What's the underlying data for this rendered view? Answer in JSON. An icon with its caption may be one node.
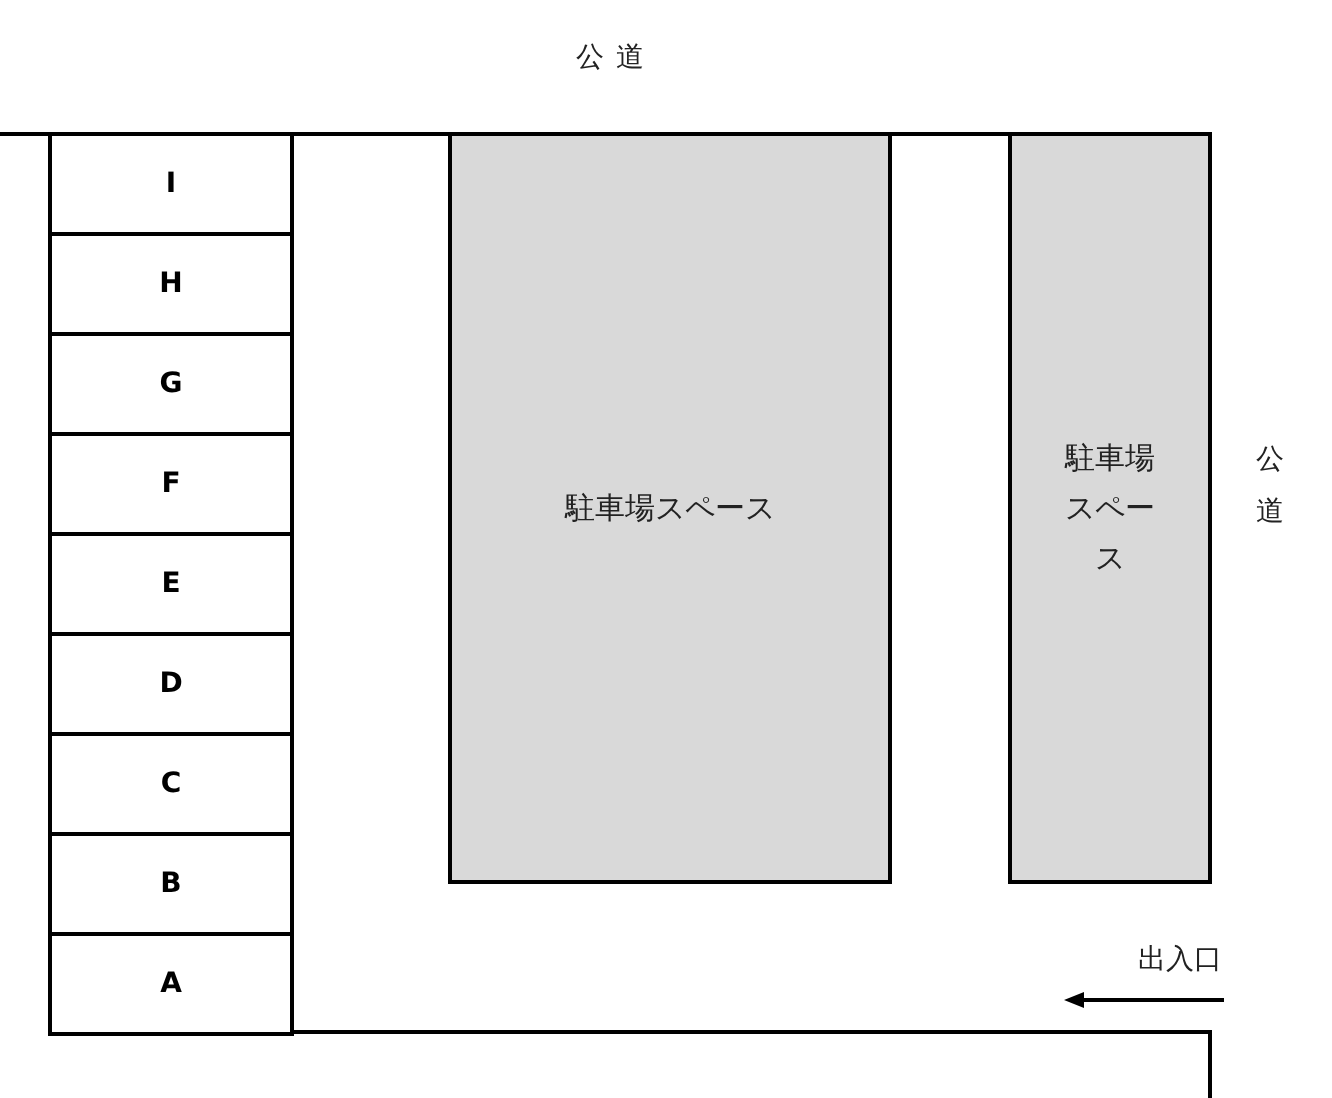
{
  "diagram": {
    "nodes": [
      {
        "text": [
          "I"
        ]
      },
      {
        "text": [
          "H"
        ]
      },
      {
        "text": [
          "G"
        ]
      },
      {
        "text": [
          "F"
        ]
      },
      {
        "text": [
          "E"
        ]
      },
      {
        "text": [
          "D"
        ]
      },
      {
        "text": [
          "C"
        ]
      },
      {
        "text": [
          "B"
        ]
      },
      {
        "text": [
          "A"
        ]
      },
      {
        "text": [
          "駐車場スペース"
        ]
      },
      {
        "text": [
          "駐車場スペース"
        ]
      }
    ],
    "edges": [],
    "labels": [
      "公道",
      "公道",
      "出入口"
    ]
  }
}
